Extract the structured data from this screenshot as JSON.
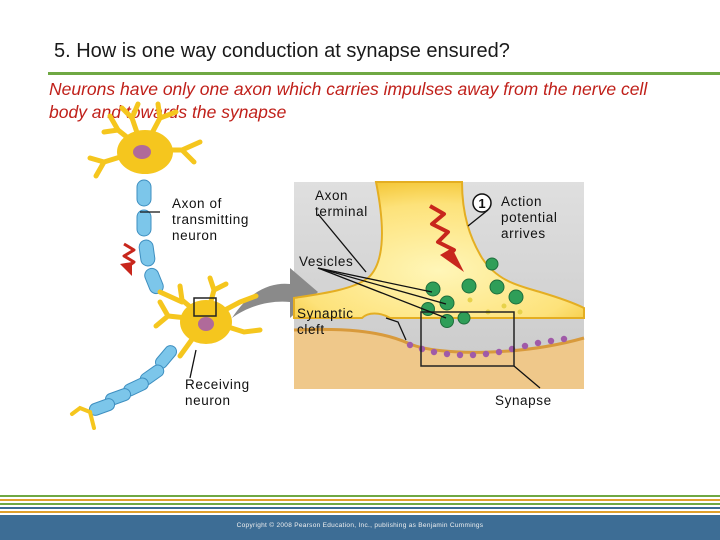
{
  "slide": {
    "title": "5. How is one way conduction at synapse ensured?",
    "subtitle": "Neurons have only one axon which carries impulses away from the nerve cell body and towards the synapse"
  },
  "labels": {
    "axon_transmitting": "Axon of\ntransmitting\nneuron",
    "axon_terminal": "Axon\nterminal",
    "step_number": "1",
    "action_potential": "Action\npotential\narrives",
    "vesicles": "Vesicles",
    "synaptic_cleft": "Synaptic\ncleft",
    "receiving_neuron": "Receiving\nneuron",
    "synapse": "Synapse"
  },
  "footer": {
    "copyright": "Copyright © 2008 Pearson Education, Inc., publishing as Benjamin Cummings"
  },
  "colors": {
    "accent_green": "#6fa843",
    "title_red": "#c0201a",
    "footer_blue": "#3d6d95",
    "neuron_yellow": "#f5c61e",
    "axon_blue": "#7cc6ea",
    "impulse_red": "#c8261c",
    "vesicle_green": "#2f9e58",
    "receptor_purple": "#a05aa8"
  }
}
